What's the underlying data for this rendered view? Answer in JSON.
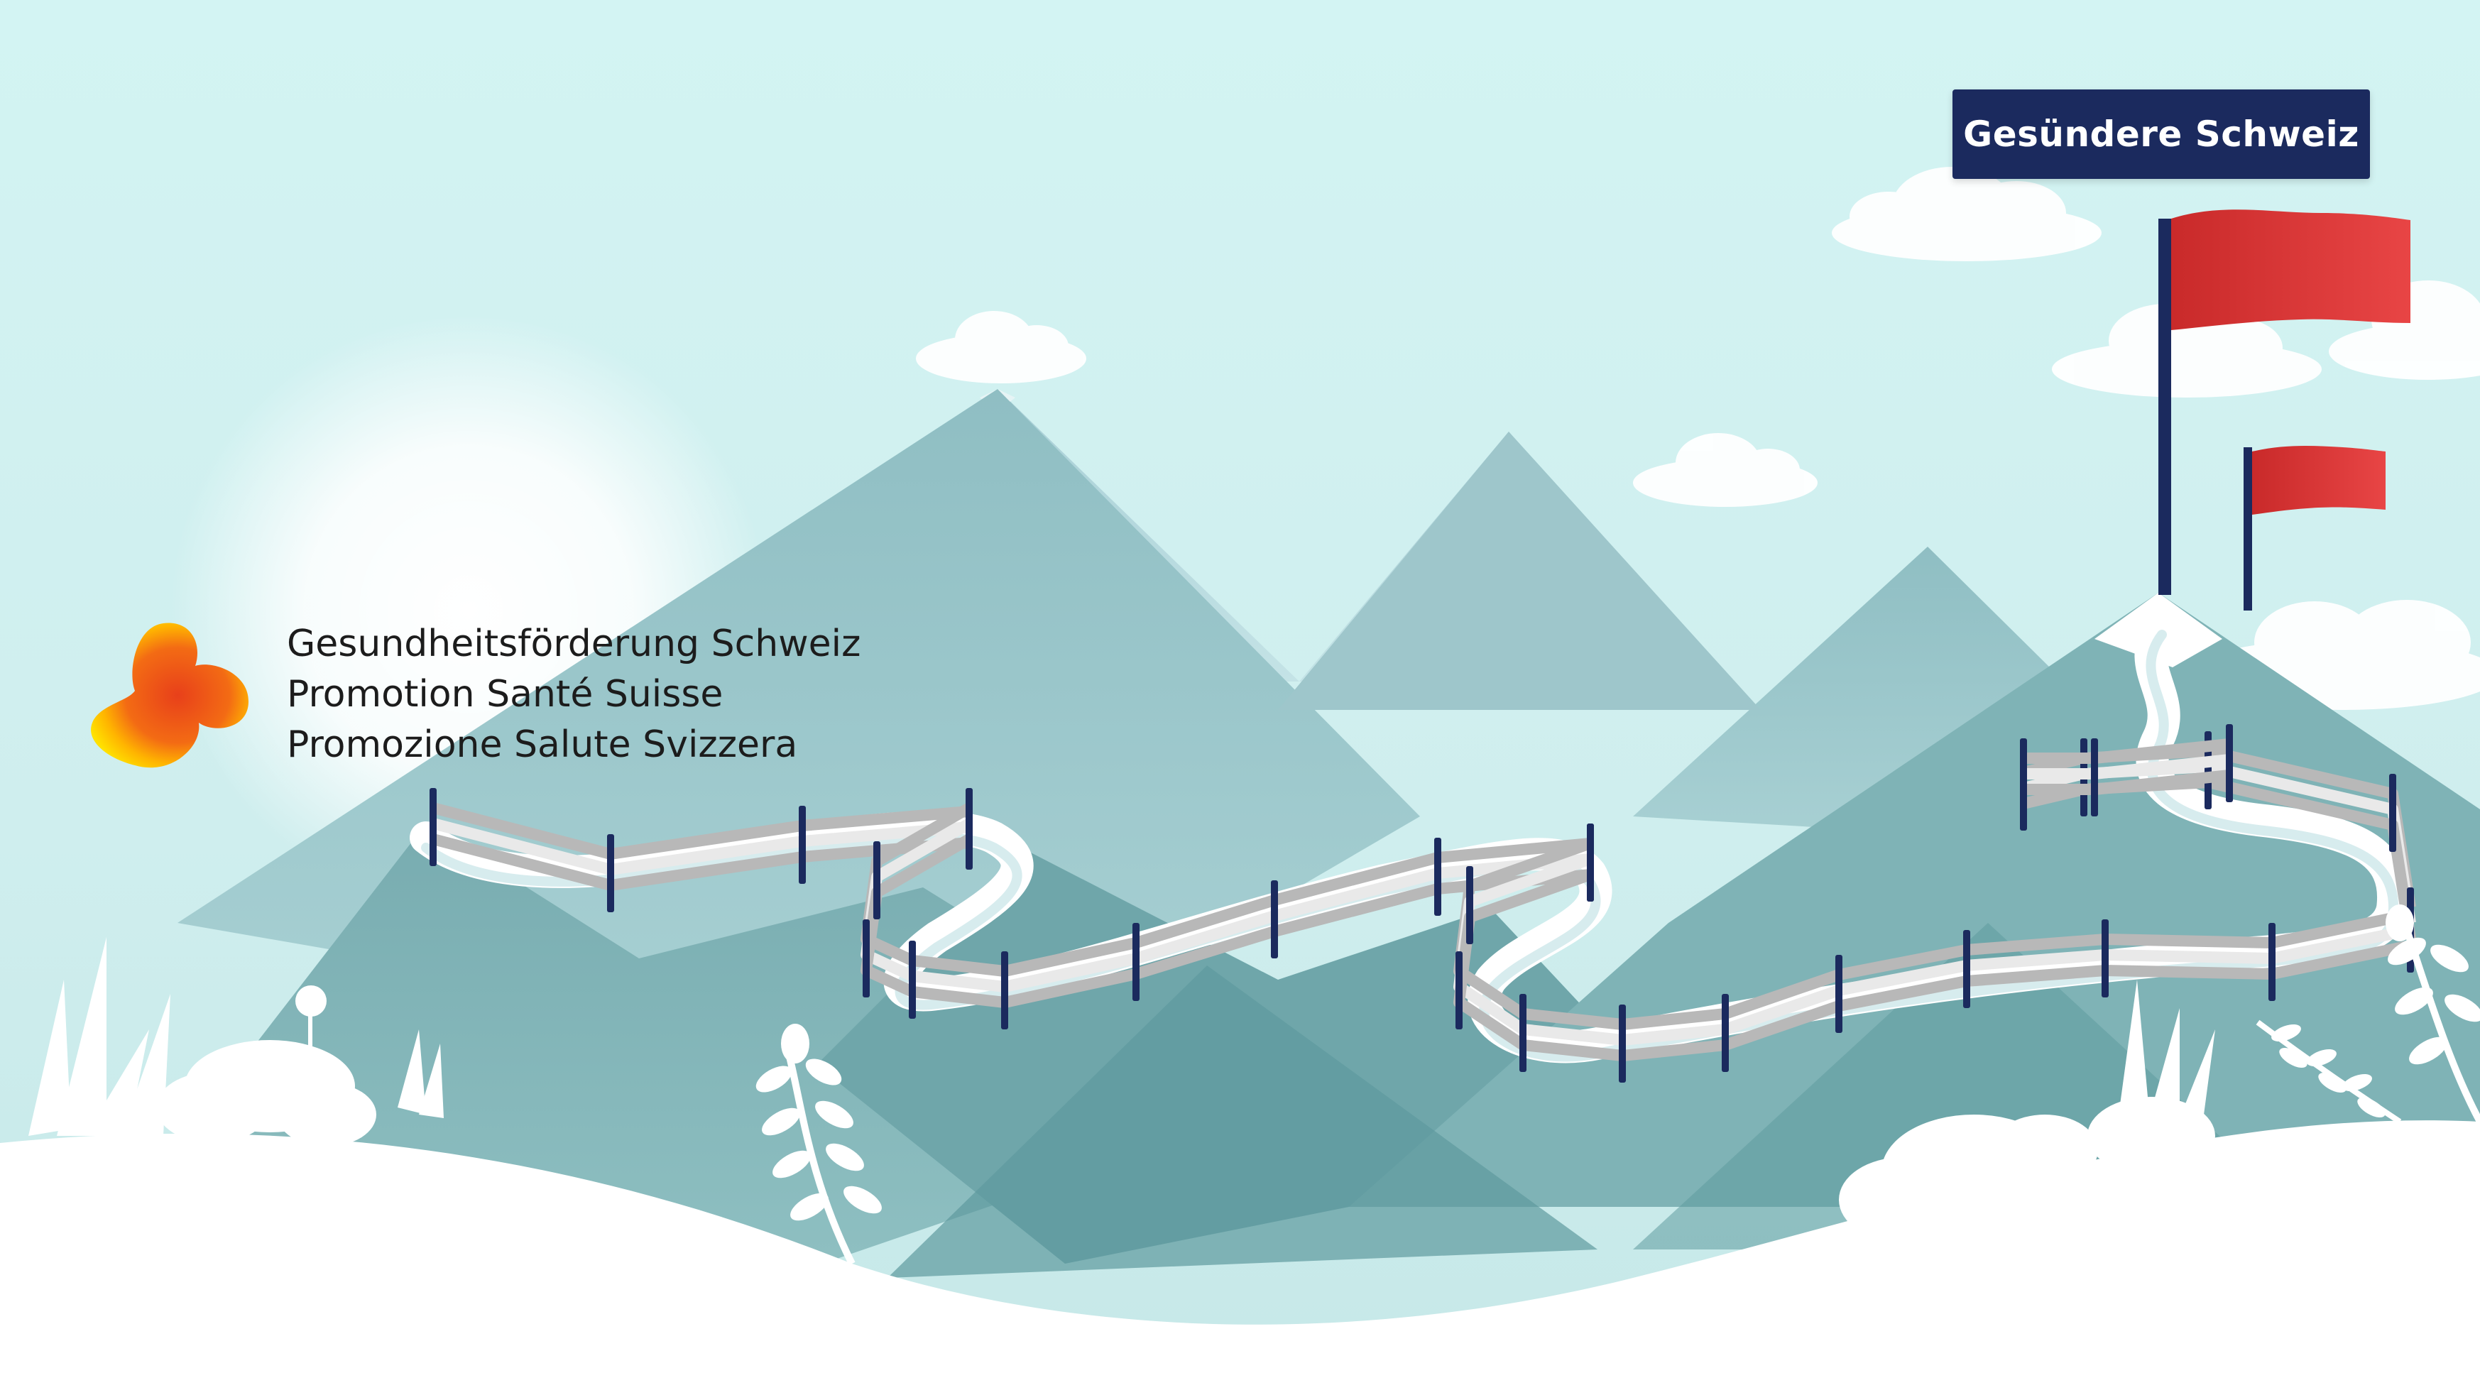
{
  "badge": {
    "label": "Gesündere Schweiz"
  },
  "organization": {
    "logo_icon": "orange-blob-logo-icon",
    "names": [
      "Gesundheitsförderung Schweiz",
      "Promotion Santé Suisse",
      "Promozione Salute Svizzera"
    ]
  },
  "colors": {
    "sky": "#d6f3f3",
    "mountain": "#7fb3b6",
    "mountain_dark": "#5e9a9e",
    "snow": "#ffffff",
    "fence_post": "#1b2a5e",
    "flag": "#e03a3a",
    "badge_bg": "#1b2a5e",
    "logo_orange": "#f05a1a",
    "logo_yellow": "#ffd400"
  }
}
